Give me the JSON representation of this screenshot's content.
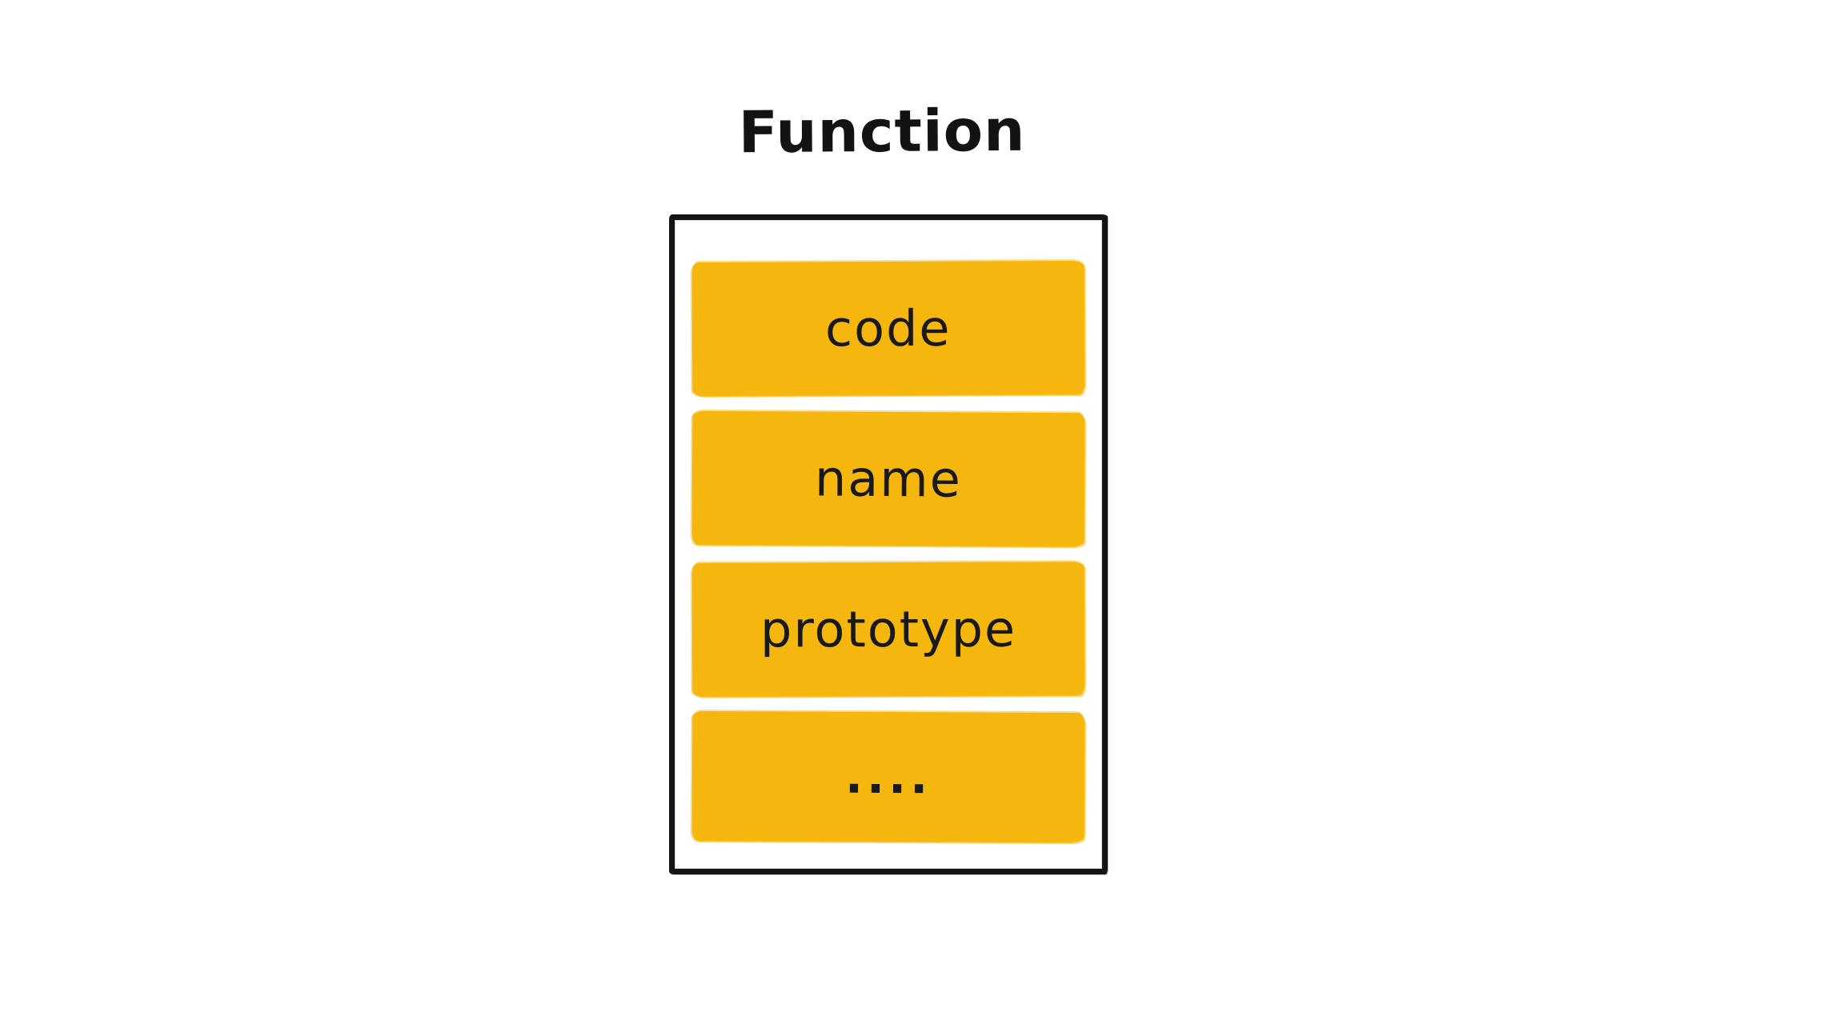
{
  "figure": {
    "title": "Function",
    "object": {
      "slots": [
        {
          "label": "code"
        },
        {
          "label": "name"
        },
        {
          "label": "prototype"
        },
        {
          "label": "...."
        }
      ]
    },
    "colors": {
      "slot_fill": "#F5B60D",
      "outline": "#141414",
      "text": "#191919",
      "background": "#FFFFFF"
    }
  }
}
